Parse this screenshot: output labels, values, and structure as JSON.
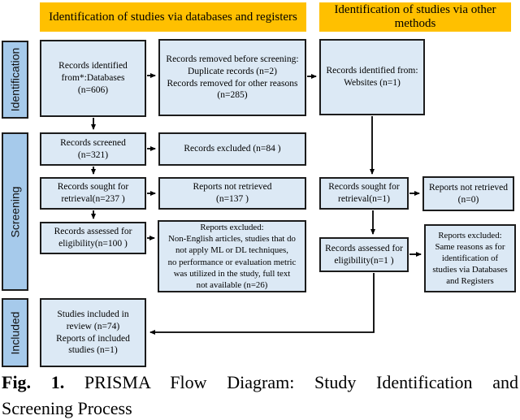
{
  "colors": {
    "header_bg": "#FFC000",
    "box_bg": "#DCE9F5",
    "stage_bg": "#A6CAEB",
    "border": "#1c1c1c"
  },
  "headers": {
    "databases": "Identification of studies via databases and registers",
    "other": "Identification of studies via other\nmethods"
  },
  "stages": {
    "identification": "Identification",
    "screening": "Screening",
    "included": "Included"
  },
  "boxes": {
    "records_identified_db": "Records identified\nfrom*:Databases\n(n=606)",
    "records_removed": "Records removed before screening:\nDuplicate records (n=2)\nRecords removed for other reasons\n(n=285)",
    "records_identified_other": "Records identified from:\nWebsites (n=1)",
    "records_screened": "Records screened\n(n=321)",
    "records_excluded": "Records excluded (n=84 )",
    "records_sought_db": "Records sought for\nretrieval(n=237 )",
    "reports_not_retrieved_db": "Reports not retrieved\n(n=137 )",
    "records_sought_other": "Records sought for\nretrieval(n=1)",
    "reports_not_retrieved_other": "Reports not retrieved\n(n=0)",
    "records_assessed_db": "Records assessed for\neligibility(n=100  )",
    "reports_excluded_db": "Reports excluded:\nNon-English articles,  studies that do\nnot apply ML  or DL techniques,\nno performance or evaluation metric\nwas utilized  in the study, full text\nnot available  (n=26)",
    "records_assessed_other": "Records assessed for\neligibility(n=1  )",
    "reports_excluded_other": "Reports excluded:\nSame reasons as for\nidentification  of\nstudies via  Databases\nand Registers",
    "studies_included": "Studies included in\nreview (n=74)\nReports of included\nstudies (n=1)"
  },
  "caption": {
    "label": "Fig. 1.",
    "line1_rest": "PRISMA Flow Diagram: Study Identification and",
    "line2": "Screening Process"
  }
}
